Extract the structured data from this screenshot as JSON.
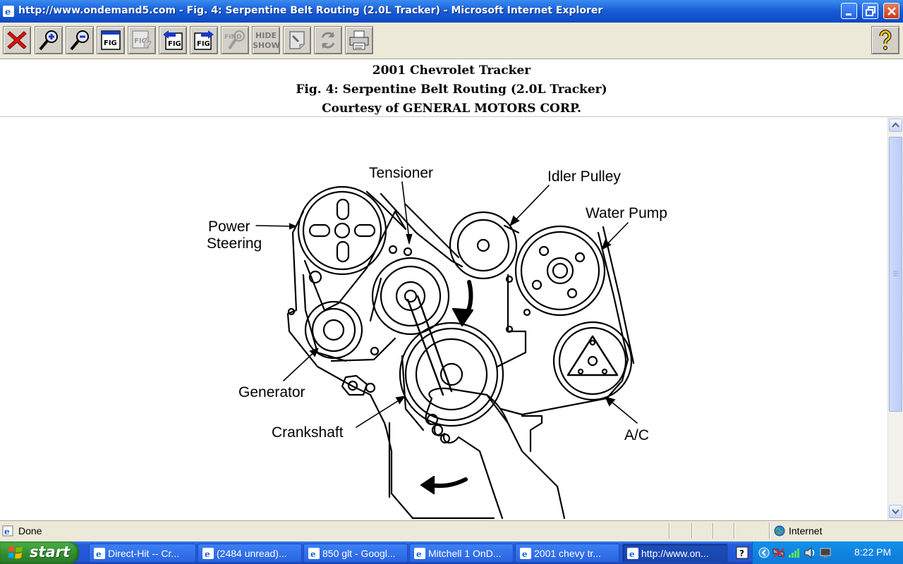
{
  "window": {
    "title": "http://www.ondemand5.com - Fig. 4: Serpentine Belt Routing (2.0L Tracker) - Microsoft Internet Explorer"
  },
  "toolbar": {
    "buttons": [
      {
        "name": "close-red-x",
        "icon": "red-x-icon"
      },
      {
        "name": "zoom-in",
        "icon": "zoom-in-icon"
      },
      {
        "name": "zoom-out",
        "icon": "zoom-out-icon"
      },
      {
        "name": "figure",
        "icon": "figure-icon"
      },
      {
        "name": "figure-hand",
        "icon": "figure-hand-icon",
        "disabled": true
      },
      {
        "name": "previous-figure",
        "icon": "previous-figure-icon"
      },
      {
        "name": "next-figure",
        "icon": "next-figure-icon"
      },
      {
        "name": "find",
        "icon": "find-icon",
        "disabled": true,
        "label": "FIND"
      },
      {
        "name": "hide-show",
        "label_top": "HIDE",
        "label_bottom": "SHOW"
      },
      {
        "name": "notes",
        "icon": "notes-icon"
      },
      {
        "name": "refresh",
        "icon": "refresh-icon"
      },
      {
        "name": "print",
        "icon": "printer-icon"
      }
    ],
    "help_icon": "help-icon"
  },
  "header": {
    "line1": "2001 Chevrolet Tracker",
    "line2": "Fig. 4: Serpentine Belt Routing (2.0L Tracker)",
    "line3": "Courtesy of GENERAL MOTORS CORP."
  },
  "diagram": {
    "labels": {
      "tensioner": "Tensioner",
      "idler_pulley": "Idler Pulley",
      "water_pump": "Water Pump",
      "power": "Power",
      "steering": "Steering",
      "generator": "Generator",
      "crankshaft": "Crankshaft",
      "ac": "A/C"
    }
  },
  "status": {
    "text": "Done",
    "zone": "Internet"
  },
  "taskbar": {
    "start": "start",
    "tasks": [
      {
        "label": "Direct-Hit -- Cr...",
        "active": false
      },
      {
        "label": "(2484 unread)...",
        "active": false
      },
      {
        "label": "850 glt - Googl...",
        "active": false
      },
      {
        "label": "Mitchell 1 OnD...",
        "active": false
      },
      {
        "label": "2001 chevy tr...",
        "active": false
      },
      {
        "label": "http://www.on...",
        "active": true
      }
    ],
    "clock": "8:22 PM"
  },
  "colors": {
    "titlebar": "#0a48c4",
    "taskbar": "#245edb",
    "start": "#2f8b2c",
    "chrome": "#ece9d8"
  }
}
